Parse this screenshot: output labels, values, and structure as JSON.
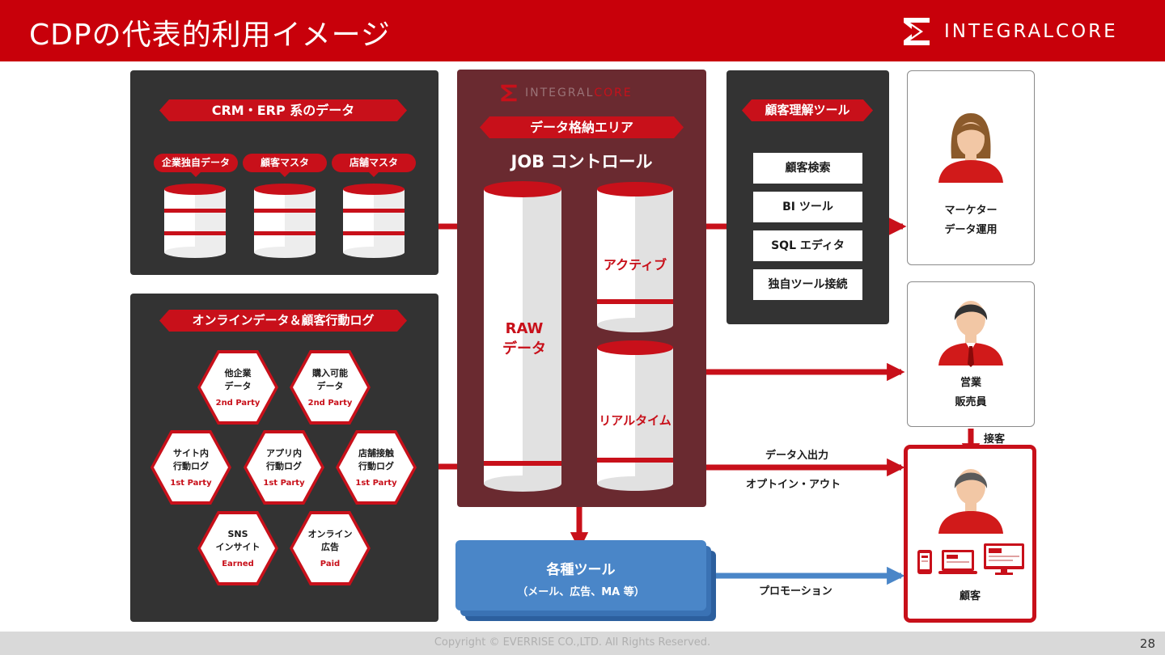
{
  "header": {
    "title": "CDPの代表的利用イメージ",
    "logo_text": "INTEGRALCORE"
  },
  "crm": {
    "title": "CRM・ERP 系のデータ",
    "pills": [
      "企業独自データ",
      "顧客マスタ",
      "店舗マスタ"
    ]
  },
  "online": {
    "title": "オンラインデータ＆顧客行動ログ",
    "hexes": [
      {
        "line1": "他企業",
        "line2": "データ",
        "sub": "2nd Party"
      },
      {
        "line1": "購入可能",
        "line2": "データ",
        "sub": "2nd Party"
      },
      {
        "line1": "サイト内",
        "line2": "行動ログ",
        "sub": "1st Party"
      },
      {
        "line1": "アプリ内",
        "line2": "行動ログ",
        "sub": "1st Party"
      },
      {
        "line1": "店舗接触",
        "line2": "行動ログ",
        "sub": "1st Party"
      },
      {
        "line1": "SNS",
        "line2": "インサイト",
        "sub": "Earned"
      },
      {
        "line1": "オンライン",
        "line2": "広告",
        "sub": "Paid"
      }
    ]
  },
  "store": {
    "logo_text_1": "INTEGRAL",
    "logo_text_2": "CORE",
    "title": "データ格納エリア",
    "job_control": "JOB コントロール",
    "raw_line1": "RAW",
    "raw_line2": "データ",
    "active": "アクティブ",
    "realtime": "リアルタイム"
  },
  "tools": {
    "title": "顧客理解ツール",
    "items": [
      "顧客検索",
      "BI ツール",
      "SQL エディタ",
      "独自ツール接続"
    ]
  },
  "actors": {
    "marketer_line1": "マーケター",
    "marketer_line2": "データ運用",
    "sales_line1": "営業",
    "sales_line2": "販売員",
    "customer": "顧客"
  },
  "flows": {
    "service": "接客",
    "data_io": "データ入出力",
    "opt_in_out": "オプトイン・アウト",
    "promotion": "プロモーション"
  },
  "various_tools": {
    "title": "各種ツール",
    "subtitle": "（メール、広告、MA 等）"
  },
  "footer": {
    "copyright": "Copyright © EVERRISE CO.,LTD. All Rights Reserved.",
    "page": "28"
  },
  "colors": {
    "brand_red": "#c8000a",
    "panel_dark": "#333333",
    "store_panel": "#6a2a30",
    "tool_blue": "#4a86c8"
  }
}
